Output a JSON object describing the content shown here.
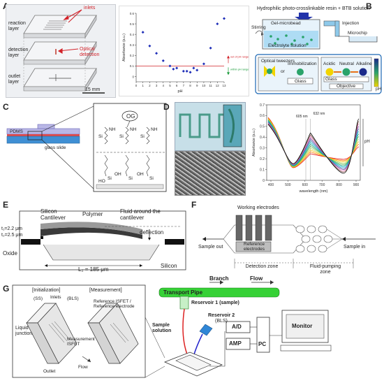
{
  "panels": {
    "A": {
      "label": "A",
      "layers": [
        "reaction layer",
        "detection layer",
        "outlet layer"
      ],
      "inlets": "inlets",
      "optical": "Optical detection",
      "scale": "15 mm",
      "legend": {
        "out": "out of pH range",
        "within": "within pH range"
      }
    },
    "B": {
      "label": "B",
      "title": "Hydrophilic photo-crosslinkable resin + BTB solution",
      "stirring": "Stirring",
      "bead": "Gel-microbead",
      "electrolyte": "Electrolyte solution",
      "injection": "Injection",
      "microchip": "Microchip",
      "tweezers": "Optical tweezers",
      "or": "or",
      "immobilization": "Immobilization",
      "glass_left": "Glass",
      "acidic": "Acidic",
      "neutral": "Neutral",
      "alkaline": "Alkaline",
      "glass_right": "Glass",
      "objective": "Objective",
      "ph": "pH"
    },
    "C": {
      "label": "C",
      "pdms": "PDMS",
      "glass": "glass slide",
      "og": "OG",
      "si": "Si",
      "nh": "NH",
      "ho": "HO",
      "oh": "OH"
    },
    "D": {
      "label": "D",
      "ylabel": "Absorbance (a.u.)",
      "xlabel": "wavelength (nm)",
      "ann1": "605 nm",
      "ann2": "632 nm",
      "ph": "pH",
      "yticks": [
        "0.7",
        "0.6",
        "0.5",
        "0.4",
        "0.3",
        "0.2",
        "0.1",
        "0"
      ],
      "xticks": [
        "400",
        "500",
        "600",
        "700",
        "800",
        "900"
      ]
    },
    "E": {
      "label": "E",
      "cantilever": "Silicon Cantilever",
      "polymer": "Polymer",
      "fluid": "Fluid around the cantilever",
      "deflection": "deflection",
      "t1": "t₁=2.2 μm",
      "t2": "t₂=2.5 μm",
      "oxide": "Oxide",
      "length": "L₂ = 185 μm",
      "silicon": "Silicon"
    },
    "F": {
      "label": "F",
      "working": "Working electrodes",
      "reference": "Reference electrodes",
      "sample_out": "Sample out",
      "sample_in": "Sample in",
      "zone1": "Detection zone",
      "zone2": "Fluid-pumping zone"
    },
    "G": {
      "label": "G",
      "init": "[Initialization]",
      "meas": "[Measurement]",
      "ss": "(SS)",
      "inlets": "Inlets",
      "bls": "(BLS)",
      "liquid": "Liquid junction",
      "refisfet": "Reference ISFET / Reference electrode",
      "measisfet": "Measurement ISFET",
      "flow_small": "Flow",
      "outlet": "Outlet",
      "branch": "Branch",
      "flow": "Flow",
      "pipe": "Transport Pipe",
      "res1": "Reservoir 1 (sample)",
      "res2": "Reservoir 2",
      "res2b": "(BLS)",
      "sample": "Sample solution",
      "ad": "A/D",
      "amp": "AMP",
      "pc": "PC",
      "monitor": "Monitor"
    }
  },
  "chart_data": {
    "type": "scatter",
    "title": "",
    "xlabel": "pH",
    "ylabel": "Absorbance (a.u.)",
    "x": [
      1,
      2,
      3,
      4,
      5,
      5.5,
      6,
      7,
      7.5,
      8,
      8.5,
      9,
      10,
      11,
      12,
      13
    ],
    "y": [
      0.42,
      0.29,
      0.22,
      0.15,
      0.1,
      0.07,
      0.08,
      0.05,
      0.05,
      0.04,
      0.08,
      0.06,
      0.12,
      0.27,
      0.5,
      0.55
    ],
    "xticks": [
      "0",
      "1",
      "2",
      "3",
      "4",
      "5",
      "6",
      "7",
      "8",
      "9",
      "10",
      "11",
      "12",
      "13"
    ],
    "yticks": [
      "0",
      "0.1",
      "0.2",
      "0.3",
      "0.4",
      "0.5",
      "0.6"
    ],
    "xlim": [
      0,
      13
    ],
    "ylim": [
      -0.05,
      0.6
    ],
    "threshold": 0.1,
    "colors": {
      "points": "#1f2fb8",
      "threshold": "#d2232a"
    }
  }
}
